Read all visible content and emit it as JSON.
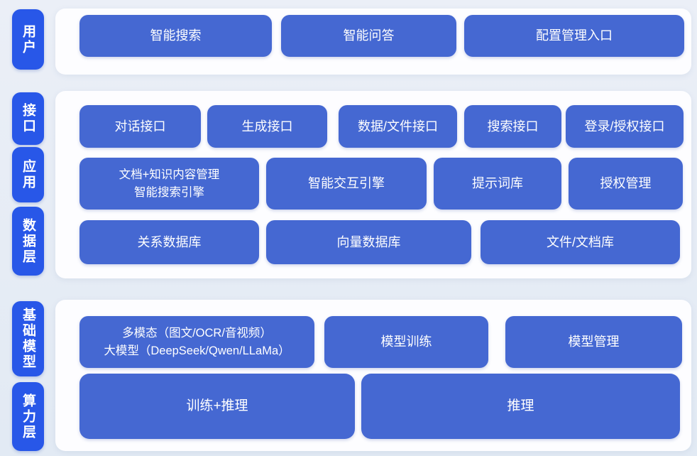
{
  "colors": {
    "background": "#e8edf6",
    "panel": "#fdfdff",
    "pill_blue": "#2857e8",
    "node_blue": "#4568d2",
    "text": "#ffffff"
  },
  "sections": [
    {
      "pills": [
        {
          "label": "用户"
        }
      ],
      "rows": [
        [
          {
            "label": "智能搜索"
          },
          {
            "label": "智能问答"
          },
          {
            "label": "配置管理入口"
          }
        ]
      ]
    },
    {
      "pills": [
        {
          "label": "接口"
        },
        {
          "label": "应用"
        },
        {
          "label": "数据层"
        }
      ],
      "rows": [
        [
          {
            "label": "对话接口"
          },
          {
            "label": "生成接口"
          },
          {
            "label": "数据/文件接口"
          },
          {
            "label": "搜索接口"
          },
          {
            "label": "登录/授权接口"
          }
        ],
        [
          {
            "label": "文档+知识内容管理",
            "label2": "智能搜索引擎"
          },
          {
            "label": "智能交互引擎"
          },
          {
            "label": "提示词库"
          },
          {
            "label": "授权管理"
          }
        ],
        [
          {
            "label": "关系数据库"
          },
          {
            "label": "向量数据库"
          },
          {
            "label": "文件/文档库"
          }
        ]
      ]
    },
    {
      "pills": [
        {
          "label": "基础模型"
        },
        {
          "label": "算力层"
        }
      ],
      "rows": [
        [
          {
            "label": "多模态（图文/OCR/音视频）",
            "label2": "大模型（DeepSeek/Qwen/LLaMa）"
          },
          {
            "label": "模型训练"
          },
          {
            "label": "模型管理"
          }
        ],
        [
          {
            "label": "训练+推理"
          },
          {
            "label": "推理"
          }
        ]
      ]
    }
  ]
}
